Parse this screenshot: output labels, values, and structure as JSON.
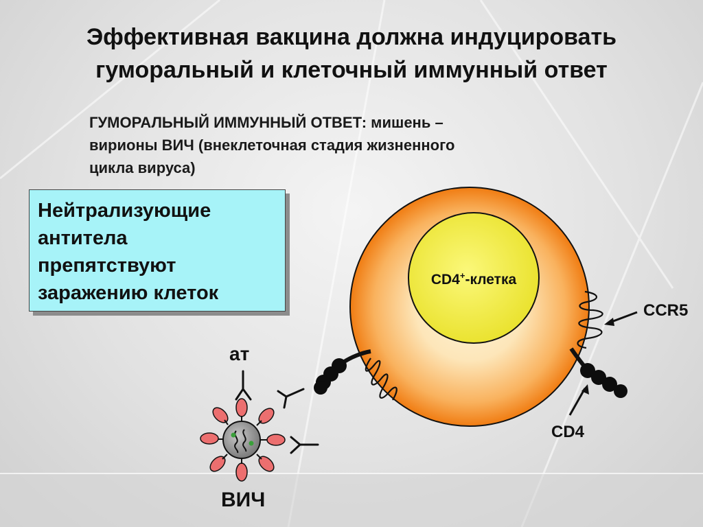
{
  "title": {
    "line1": "Эффективная вакцина должна индуцировать",
    "line2": "гуморальный и клеточный иммунный ответ"
  },
  "subtitle": {
    "line1": "ГУМОРАЛЬНЫЙ ИММУННЫЙ ОТВЕТ: мишень –",
    "line2": "вирионы ВИЧ (внеклеточная стадия жизненного",
    "line3": "цикла вируса)"
  },
  "callout": {
    "line1": "Нейтрализующие",
    "line2": "антитела",
    "line3": "препятствуют",
    "line4": "заражению  клеток"
  },
  "diagram": {
    "cell_label_main": "CD4",
    "cell_label_sup": "+",
    "cell_label_rest": "-клетка",
    "ccr5_label": "CCR5",
    "cd4_label": "CD4",
    "antibody_label": "ат",
    "virus_label": "ВИЧ"
  },
  "colors": {
    "cell_membrane": "#f58a1f",
    "cell_inner": "#fde8c4",
    "nucleus": "#f2ee3a",
    "callout_bg": "#a7f3f8",
    "virus_spike": "#ec6f6f",
    "virus_body": "#8f8f8f",
    "virus_rna": "#3aa03a"
  }
}
